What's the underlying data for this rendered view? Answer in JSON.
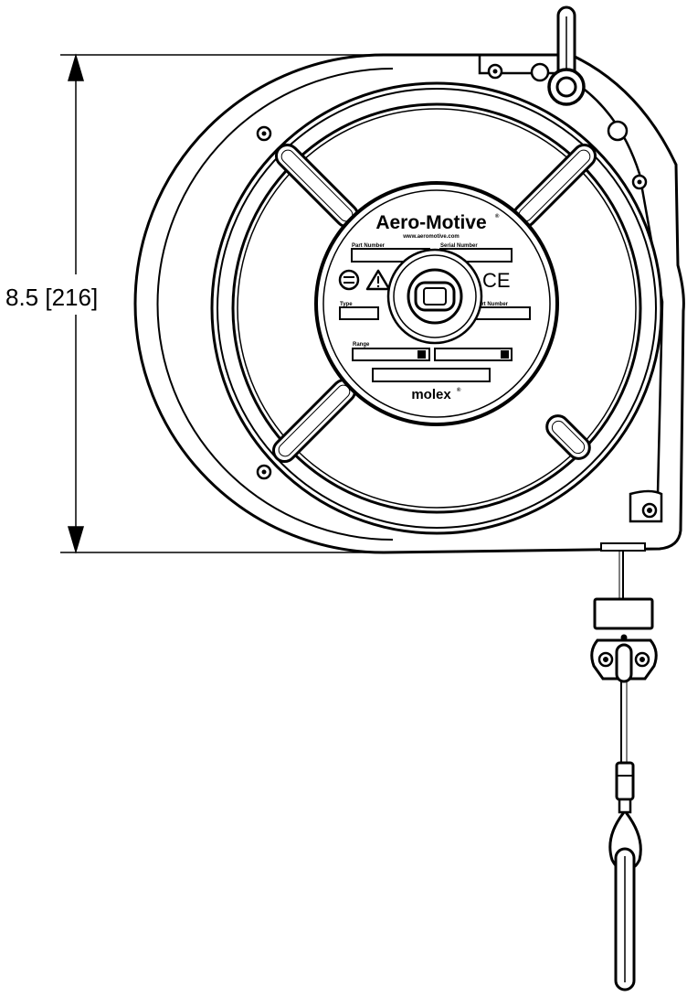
{
  "dimension": {
    "label": "8.5 [216]"
  },
  "label_plate": {
    "brand": "Aero-Motive",
    "brand_mark": "®",
    "website": "www.aeromotive.com",
    "field_top_left": "Part Number",
    "field_top_right": "Serial Number",
    "field_mid_left": "Type",
    "field_mid_right": "Part Number",
    "field_lower": "Range",
    "ce_mark": "CE",
    "maker": "molex",
    "maker_mark": "®"
  },
  "colors": {
    "ink": "#000000",
    "paper": "#ffffff"
  }
}
